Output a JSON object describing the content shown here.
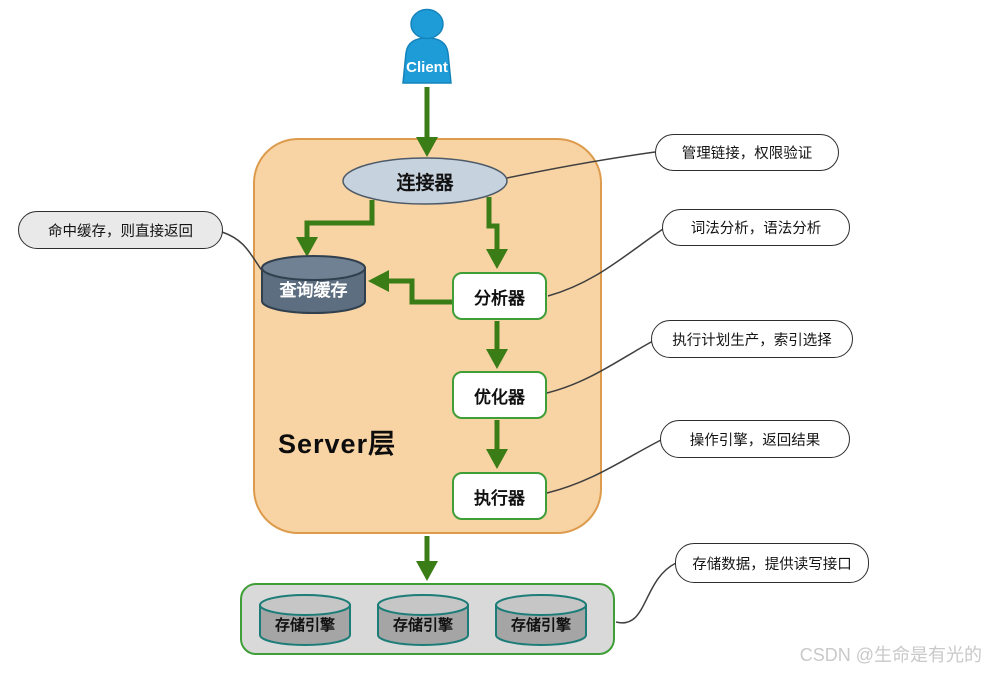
{
  "client": {
    "label": "Client"
  },
  "server": {
    "label": "Server层"
  },
  "nodes": {
    "connector": "连接器",
    "query_cache": "查询缓存",
    "analyzer": "分析器",
    "optimizer": "优化器",
    "executor": "执行器"
  },
  "storage": {
    "engines": [
      "存储引擎",
      "存储引擎",
      "存储引擎"
    ]
  },
  "callouts": {
    "cache_hit": "命中缓存，则直接返回",
    "connector": "管理链接，权限验证",
    "analyzer": "词法分析，语法分析",
    "optimizer": "执行计划生产，索引选择",
    "executor": "操作引擎，返回结果",
    "storage": "存储数据，提供读写接口"
  },
  "watermark": {
    "text": "CSDN @生命是有光的"
  },
  "colors": {
    "arrow_green": "#3a7d16",
    "node_border_green": "#3f9e37",
    "server_fill": "#f8d3a4",
    "server_border": "#dd9b4d",
    "connector_fill": "#c7d2df",
    "connector_border": "#4d5a68",
    "query_cache_fill": "#5c6e80",
    "query_cache_top": "#708194",
    "query_cache_border": "#31404e",
    "storage_box_fill": "#d9d9d9",
    "storage_cylinder_fill": "#a5a5a5",
    "storage_cylinder_top": "#c6c6c6",
    "storage_cylinder_border": "#1c7d78",
    "client_blue": "#1e9cd8",
    "callout_border": "#2e2e2e",
    "callout_gray_fill": "#e9e9e9"
  }
}
